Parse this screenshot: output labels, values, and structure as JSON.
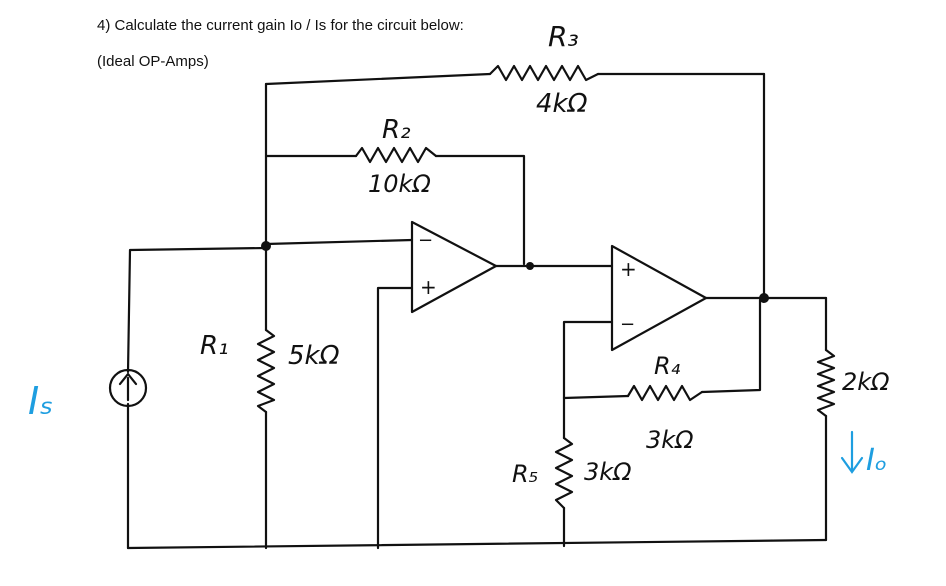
{
  "question": {
    "title": "4) Calculate the current gain Io / Is for the circuit below:",
    "note": "(Ideal OP-Amps)"
  },
  "components": {
    "r1": {
      "name": "R₁",
      "value": "5kΩ"
    },
    "r2": {
      "name": "R₂",
      "value": "10kΩ"
    },
    "r3": {
      "name": "R₃",
      "value": "4kΩ"
    },
    "r4": {
      "name": "R₄",
      "value": "3kΩ"
    },
    "r5": {
      "name": "R₅",
      "value": "3kΩ"
    },
    "rload": {
      "value": "2kΩ"
    }
  },
  "sources": {
    "is_label": "Iₛ",
    "io_label": "Iₒ"
  },
  "opamps": {
    "plus": "+",
    "minus": "−"
  },
  "colors": {
    "ink": "#111111",
    "annotation": "#1e9ee0"
  }
}
